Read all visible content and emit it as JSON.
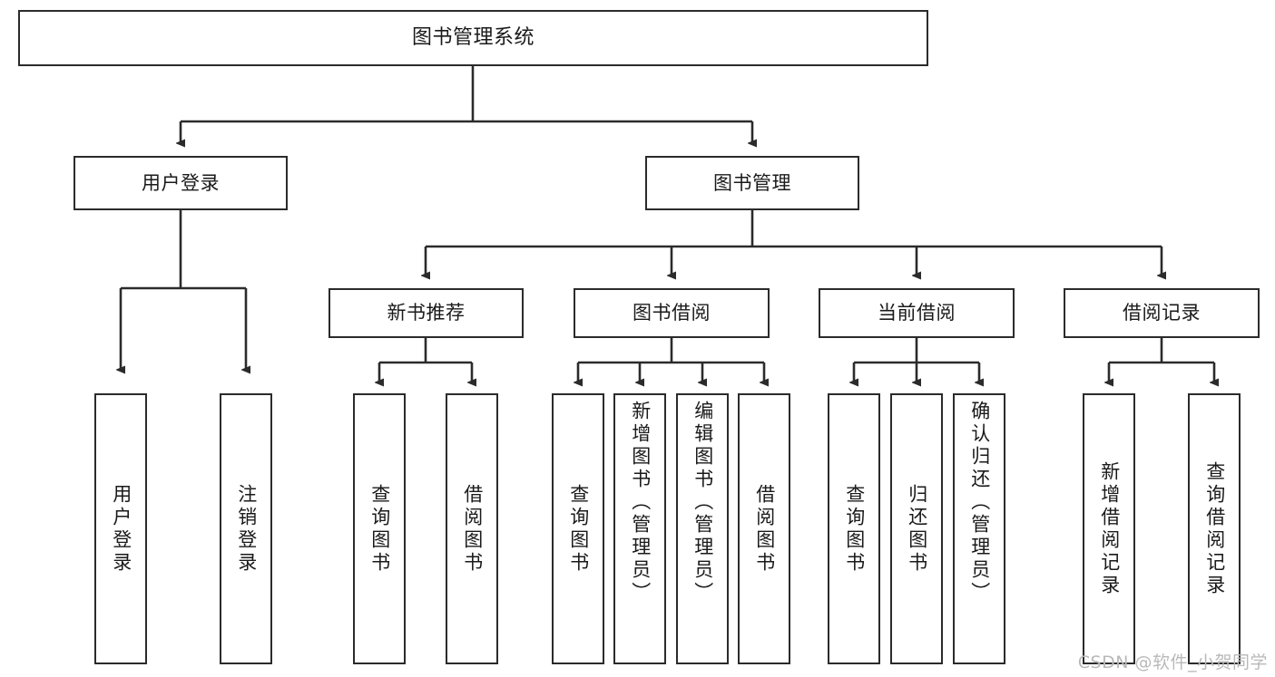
{
  "diagram": {
    "title": "图书管理系统",
    "type": "tree-hierarchy",
    "watermark": "CSDN @软件_小贺同学",
    "colors": {
      "background": "#ffffff",
      "border": "#2b2b2b",
      "text": "#1a1a1a",
      "edge": "#2b2b2b",
      "watermark": "#b9b9b9"
    },
    "nodes": {
      "root": {
        "label": "图书管理系统"
      },
      "level1": [
        {
          "id": "user-login",
          "label": "用户登录"
        },
        {
          "id": "book-manage",
          "label": "图书管理"
        }
      ],
      "level2": [
        {
          "id": "new-book-recommend",
          "label": "新书推荐"
        },
        {
          "id": "book-borrow",
          "label": "图书借阅"
        },
        {
          "id": "current-borrow",
          "label": "当前借阅"
        },
        {
          "id": "borrow-record",
          "label": "借阅记录"
        }
      ],
      "leaves": {
        "user_login": [
          {
            "id": "leaf-user-login",
            "label": "用户登录"
          },
          {
            "id": "leaf-logout-login",
            "label": "注销登录"
          }
        ],
        "new_book_recommend": [
          {
            "id": "leaf-query-book-1",
            "label": "查询图书"
          },
          {
            "id": "leaf-borrow-book-1",
            "label": "借阅图书"
          }
        ],
        "book_borrow": [
          {
            "id": "leaf-query-book-2",
            "label": "查询图书"
          },
          {
            "id": "leaf-add-book",
            "label": "新增图书（管理员）"
          },
          {
            "id": "leaf-edit-book",
            "label": "编辑图书（管理员）"
          },
          {
            "id": "leaf-borrow-book-2",
            "label": "借阅图书"
          }
        ],
        "current_borrow": [
          {
            "id": "leaf-query-book-3",
            "label": "查询图书"
          },
          {
            "id": "leaf-return-book",
            "label": "归还图书"
          },
          {
            "id": "leaf-confirm-return",
            "label": "确认归还（管理员）"
          }
        ],
        "borrow_record": [
          {
            "id": "leaf-add-record",
            "label": "新增借阅记录"
          },
          {
            "id": "leaf-query-record",
            "label": "查询借阅记录"
          }
        ]
      }
    }
  }
}
